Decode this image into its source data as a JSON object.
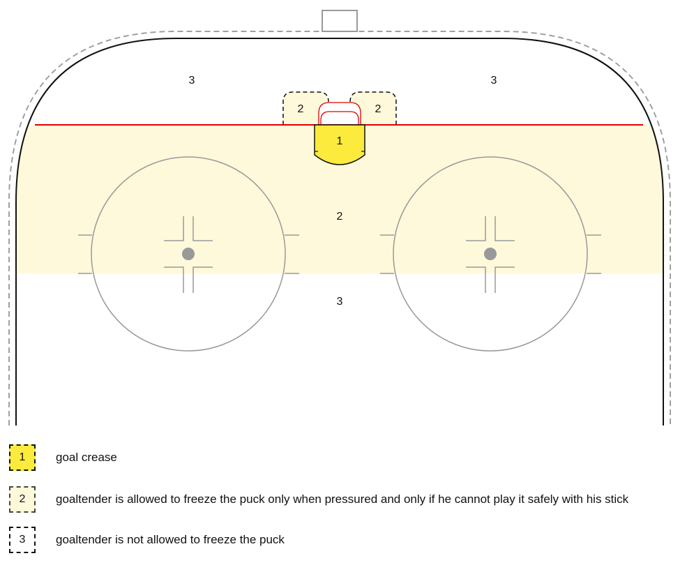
{
  "colors": {
    "zone1": "#FCEB3C",
    "zone2": "#FEF9DA",
    "zone3": "#FFFFFF",
    "goal_line": "#E00000",
    "board": "#111111",
    "markings": "#999999",
    "dashed_outline": "#A0A0A0"
  },
  "rink": {
    "zone_labels": {
      "top_left": "3",
      "top_right": "3",
      "behind_net_left": "2",
      "behind_net_right": "2",
      "crease": "1",
      "slot_upper": "2",
      "slot_lower": "3"
    }
  },
  "legend": {
    "items": [
      {
        "num": "1",
        "text": "goal crease"
      },
      {
        "num": "2",
        "text": "goaltender is allowed to freeze the puck only when pressured and only if he cannot play it safely with his stick"
      },
      {
        "num": "3",
        "text": "goaltender is not allowed to freeze the puck"
      }
    ]
  }
}
